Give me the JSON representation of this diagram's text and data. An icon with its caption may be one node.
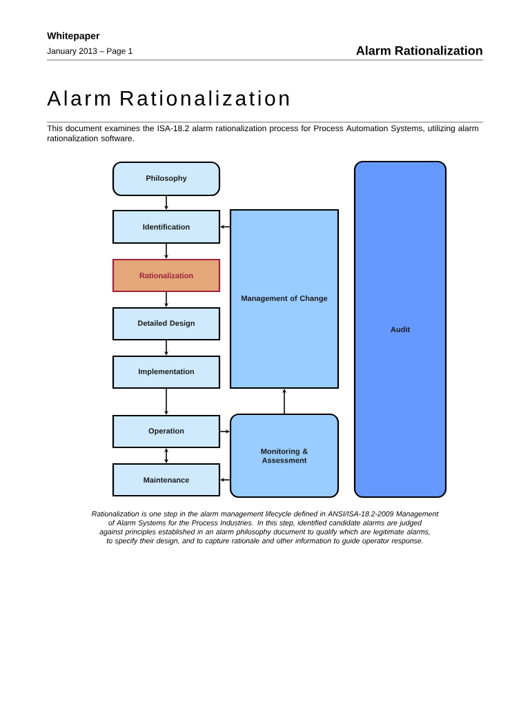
{
  "diagram": {
    "title": "Alarm Rationalization",
    "caption": "Rationalization is one step in the alarm management lifecycle defined in ANSI/ISA-18.2-2009 Management of Alarm Systems for the Process Industries. In this step, identified candidate alarms are judged against principles established in an alarm philosophy document to qualify which are legitimate alarms, to specify their design, and to capture rationale and other information to guide operator response.",
    "nodes": [
      {
        "text": [
          "Philosophy"
        ]
      },
      {
        "text": [
          "Identification"
        ]
      },
      {
        "text": [
          "Rationalization"
        ]
      },
      {
        "text": [
          "Detailed Design"
        ]
      },
      {
        "text": [
          "Implementation"
        ]
      },
      {
        "text": [
          "Operation"
        ]
      },
      {
        "text": [
          "Maintenance"
        ]
      },
      {
        "text": [
          "Management of Change"
        ]
      },
      {
        "text": [
          "Monitoring & Assessment"
        ]
      },
      {
        "text": [
          "Audit"
        ]
      }
    ],
    "edges": [
      {
        "from": 0,
        "to": 1,
        "arrow": "to"
      },
      {
        "from": 1,
        "to": 2,
        "arrow": "to"
      },
      {
        "from": 2,
        "to": 3,
        "arrow": "to"
      },
      {
        "from": 3,
        "to": 4,
        "arrow": "to"
      },
      {
        "from": 4,
        "to": 5,
        "arrow": "to"
      },
      {
        "from": 5,
        "to": 6,
        "arrow": "both"
      },
      {
        "from": 5,
        "to": 8,
        "arrow": "to"
      },
      {
        "from": 8,
        "to": 6,
        "arrow": "to"
      },
      {
        "from": 8,
        "to": 7,
        "arrow": "to"
      },
      {
        "from": 7,
        "to": 1,
        "arrow": "to"
      }
    ],
    "labels": [
      "Whitepaper",
      "January 2013 – Page 1",
      "Alarm Rationalization",
      "This document examines the ISA-18.2 alarm rationalization process for Process Automation Systems, utilizing alarm rationalization software."
    ]
  }
}
